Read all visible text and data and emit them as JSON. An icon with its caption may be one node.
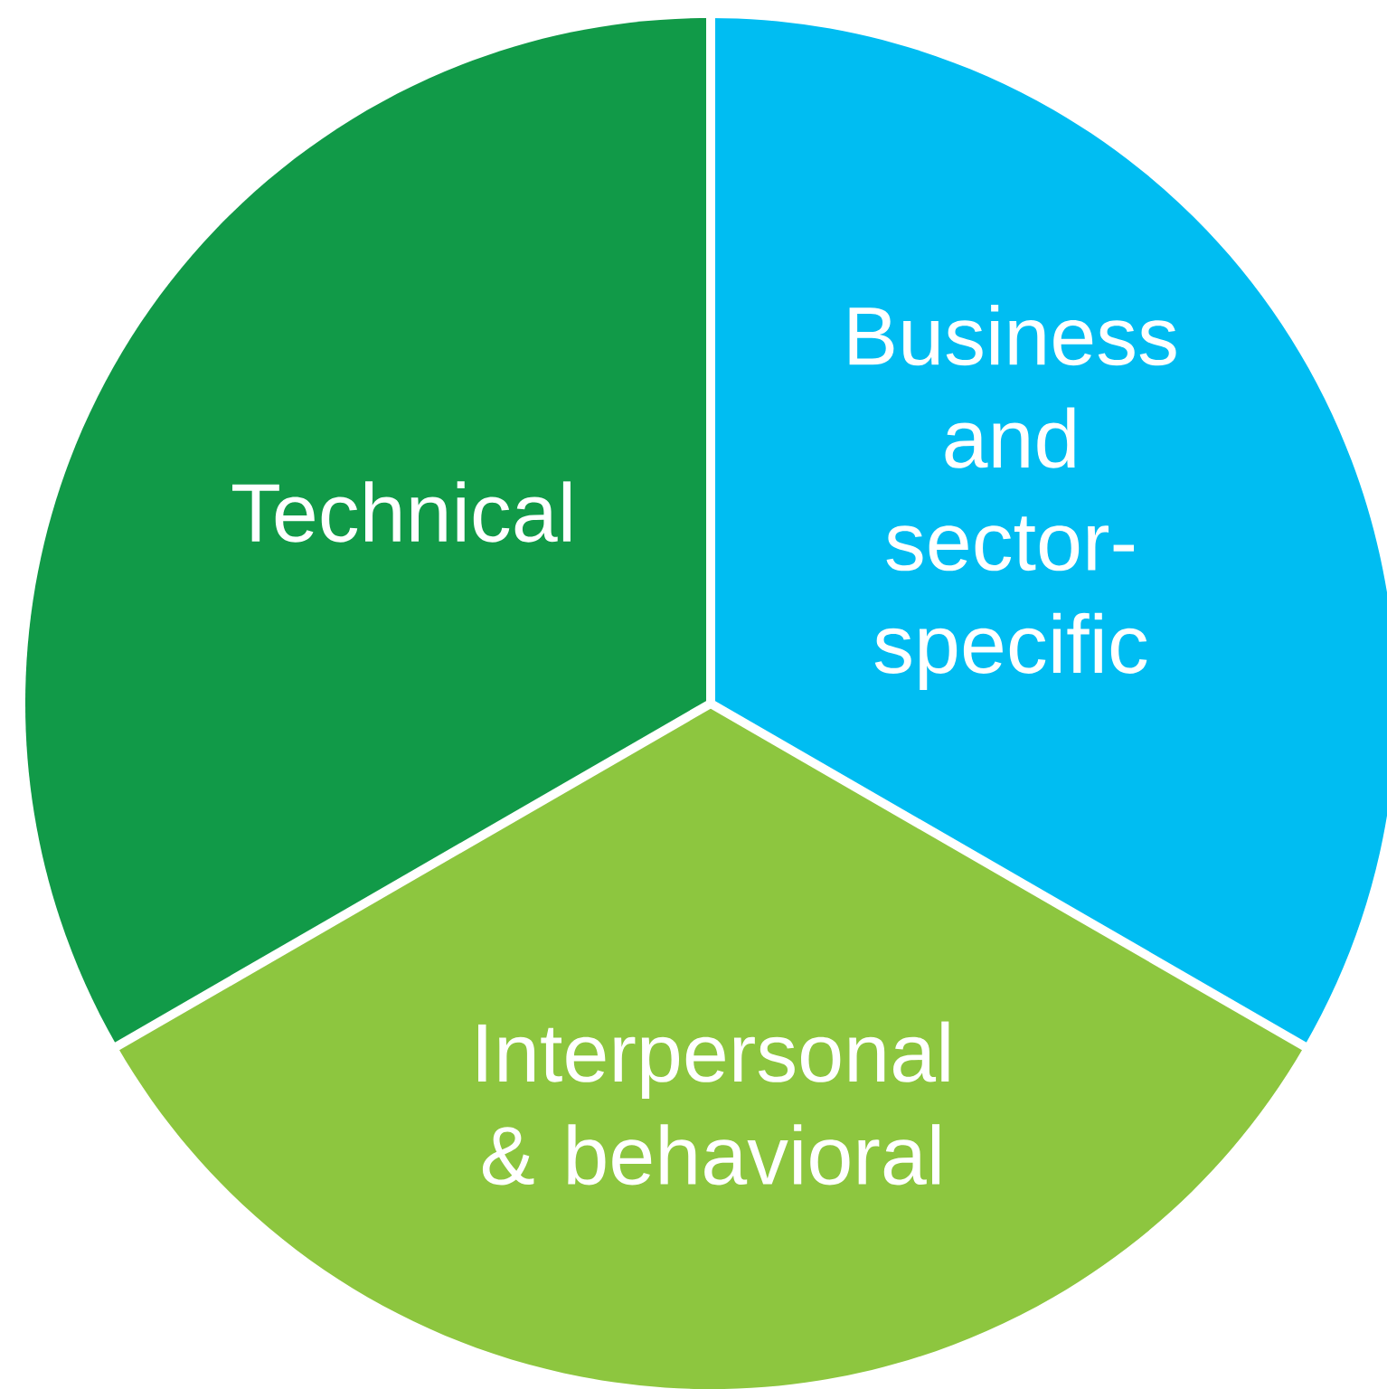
{
  "diagram": {
    "nodes": [
      {
        "text": [
          "Technical"
        ]
      },
      {
        "text": [
          "Business and sector-specific"
        ]
      },
      {
        "text": [
          "Interpersonal & behavioral"
        ]
      }
    ]
  }
}
